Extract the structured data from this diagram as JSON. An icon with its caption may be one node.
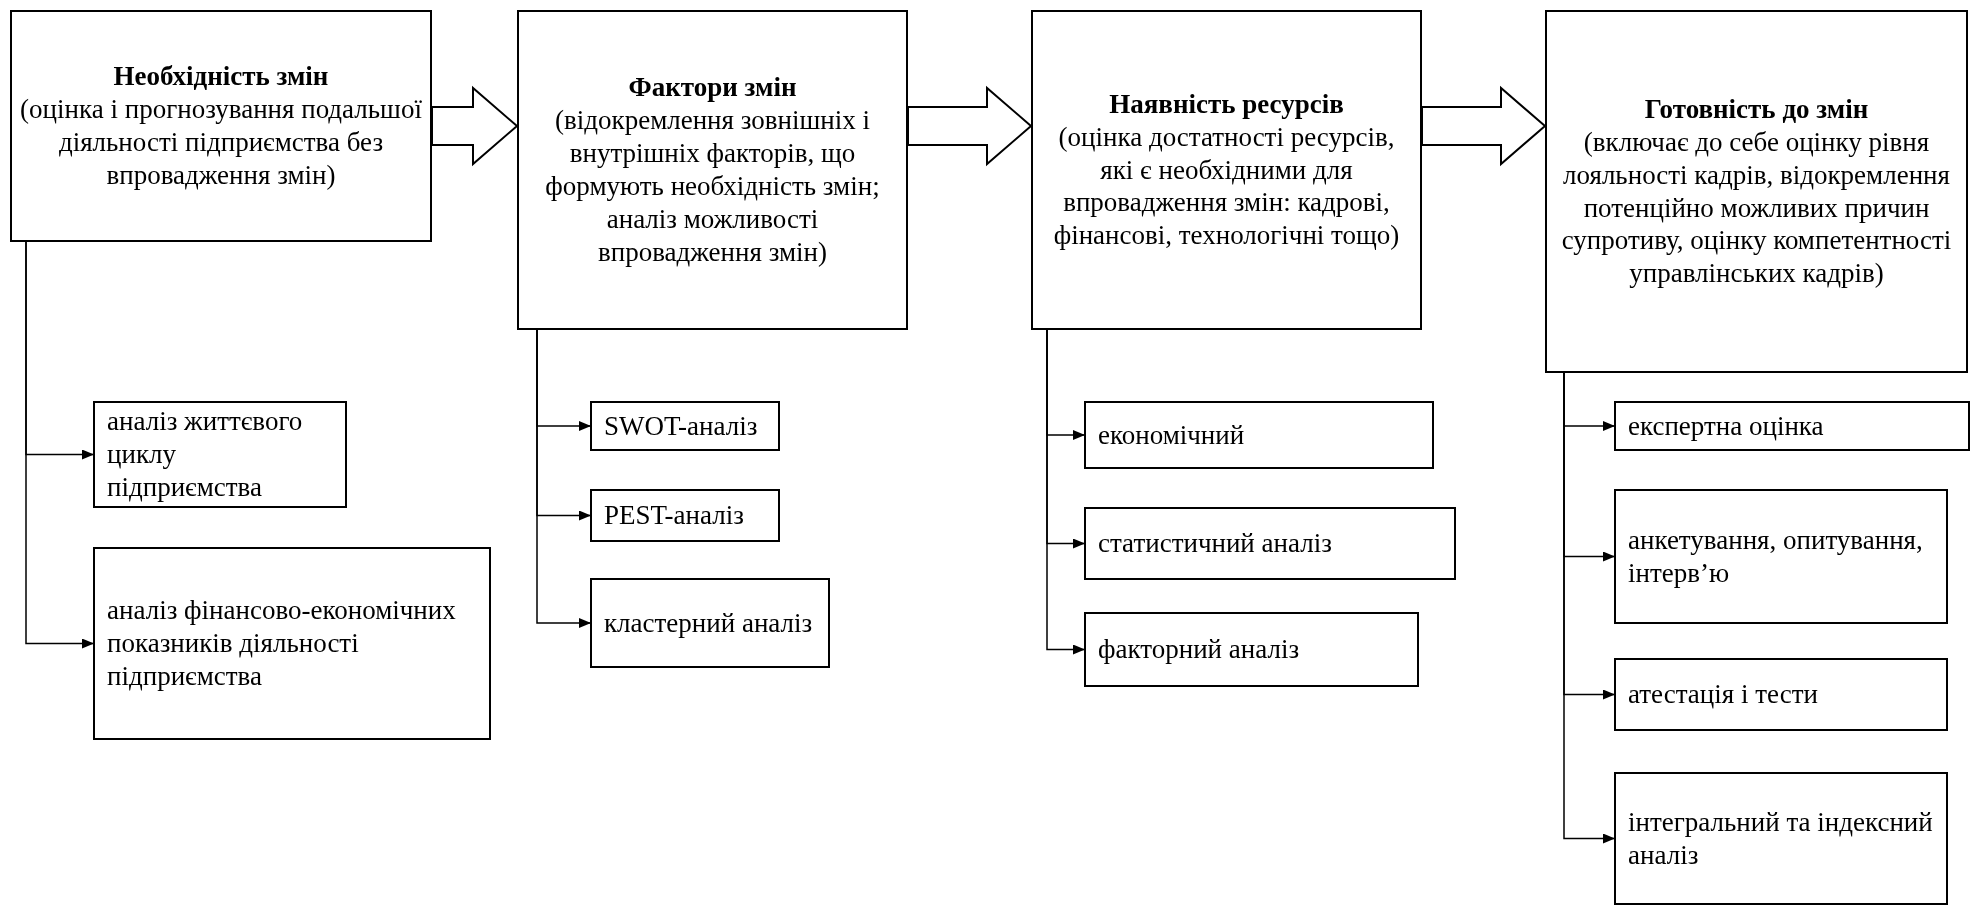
{
  "diagram": {
    "nodes": [
      {
        "text": [
          "Необхідність змін",
          "(оцінка і прогнозування подальшої діяльності підприємства без впровадження змін)"
        ]
      },
      {
        "text": [
          "аналіз життєвого циклу підприємства"
        ]
      },
      {
        "text": [
          "аналіз фінансово-економічних показників діяльності підприємства"
        ]
      },
      {
        "text": [
          "Фактори змін",
          "(відокремлення зовнішніх і внутрішніх факторів, що формують необхідність змін; аналіз можливості впровадження змін)"
        ]
      },
      {
        "text": [
          "SWOT-аналіз"
        ]
      },
      {
        "text": [
          "PEST-аналіз"
        ]
      },
      {
        "text": [
          "кластерний аналіз"
        ]
      },
      {
        "text": [
          "Наявність ресурсів",
          "(оцінка достатності ресурсів, які є необхідними для впровадження змін: кадрові, фінансові, технологічні тощо)"
        ]
      },
      {
        "text": [
          "економічний"
        ]
      },
      {
        "text": [
          "статистичний аналіз"
        ]
      },
      {
        "text": [
          "факторний аналіз"
        ]
      },
      {
        "text": [
          "Готовність до змін",
          "(включає до себе оцінку рівня лояльності кадрів, відокремлення потенційно можливих причин супротиву, оцінку компетентності управлінських кадрів)"
        ]
      },
      {
        "text": [
          "експертна оцінка"
        ]
      },
      {
        "text": [
          "анкетування, опитування, інтерв’ю"
        ]
      },
      {
        "text": [
          "атестація і тести"
        ]
      },
      {
        "text": [
          "інтегральний та індексний аналіз"
        ]
      }
    ],
    "edges": [
      {
        "from": 0,
        "to": 3,
        "arrow": "to",
        "style": "thick"
      },
      {
        "from": 3,
        "to": 7,
        "arrow": "to",
        "style": "thick"
      },
      {
        "from": 7,
        "to": 11,
        "arrow": "to",
        "style": "thick"
      },
      {
        "from": 0,
        "to": 1,
        "arrow": "to"
      },
      {
        "from": 0,
        "to": 2,
        "arrow": "to"
      },
      {
        "from": 3,
        "to": 4,
        "arrow": "to"
      },
      {
        "from": 3,
        "to": 5,
        "arrow": "to"
      },
      {
        "from": 3,
        "to": 6,
        "arrow": "to"
      },
      {
        "from": 7,
        "to": 8,
        "arrow": "to"
      },
      {
        "from": 7,
        "to": 9,
        "arrow": "to"
      },
      {
        "from": 7,
        "to": 10,
        "arrow": "to"
      },
      {
        "from": 11,
        "to": 12,
        "arrow": "to"
      },
      {
        "from": 11,
        "to": 13,
        "arrow": "to"
      },
      {
        "from": 11,
        "to": 14,
        "arrow": "to"
      },
      {
        "from": 11,
        "to": 15,
        "arrow": "to"
      }
    ]
  }
}
